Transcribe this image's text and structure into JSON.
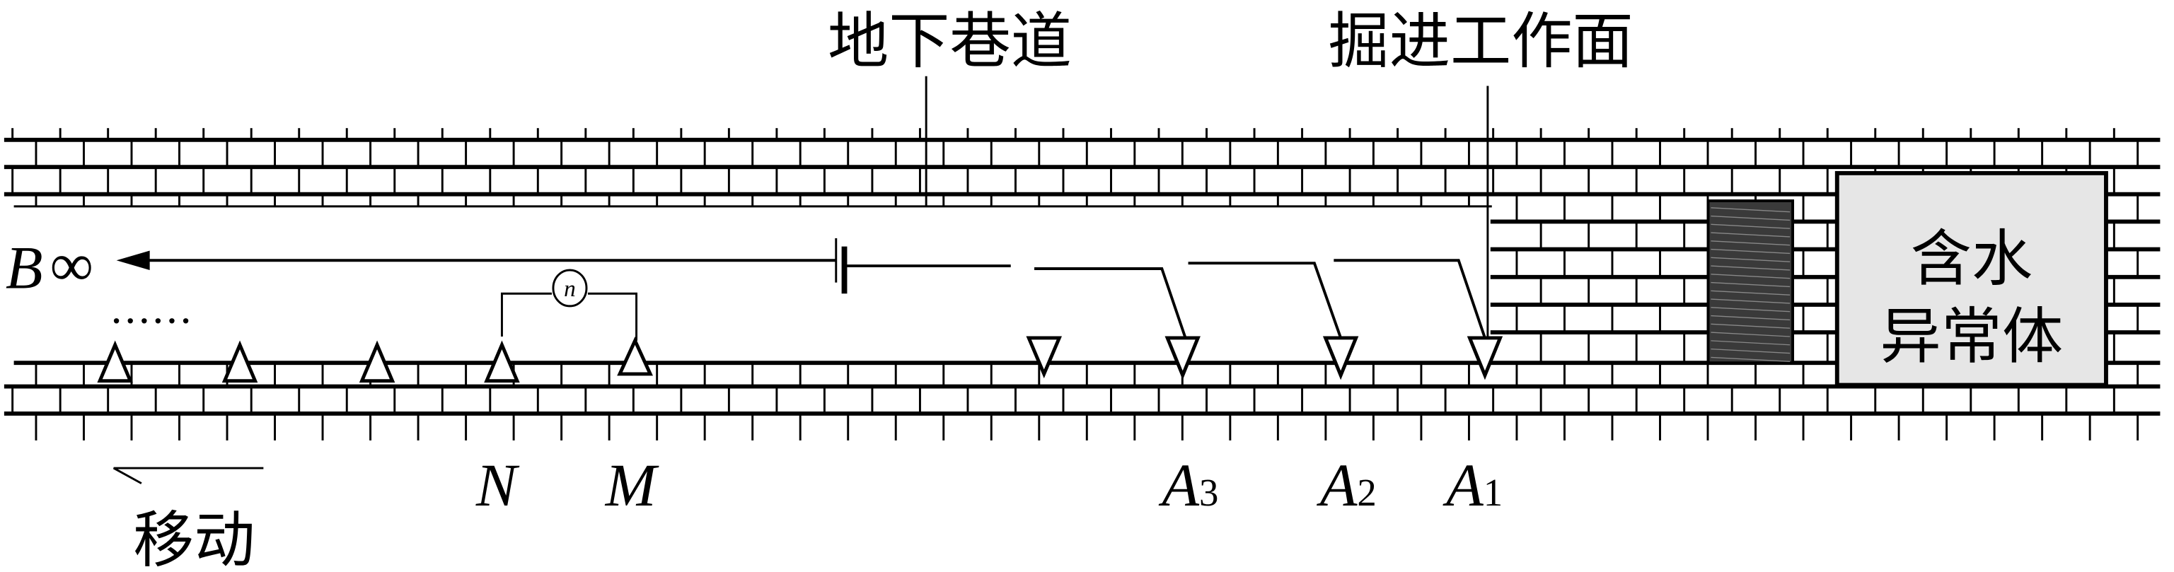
{
  "labels": {
    "tunnel": "地下巷道",
    "working_face": "掘进工作面",
    "anomaly_line1": "含水",
    "anomaly_line2": "异常体",
    "move": "移动",
    "b_electrode": "B",
    "infinity": "∞",
    "dots": "......",
    "meter_symbol": "n"
  },
  "electrodes_measure": [
    {
      "label": "N"
    },
    {
      "label": "M"
    }
  ],
  "electrodes_supply": [
    {
      "letter": "A",
      "sub": "3"
    },
    {
      "letter": "A",
      "sub": "2"
    },
    {
      "letter": "A",
      "sub": "1"
    }
  ],
  "colors": {
    "line": "#000000",
    "anomaly_fill": "#e6e6e6",
    "hatch_fill": "#3a3a3a"
  }
}
